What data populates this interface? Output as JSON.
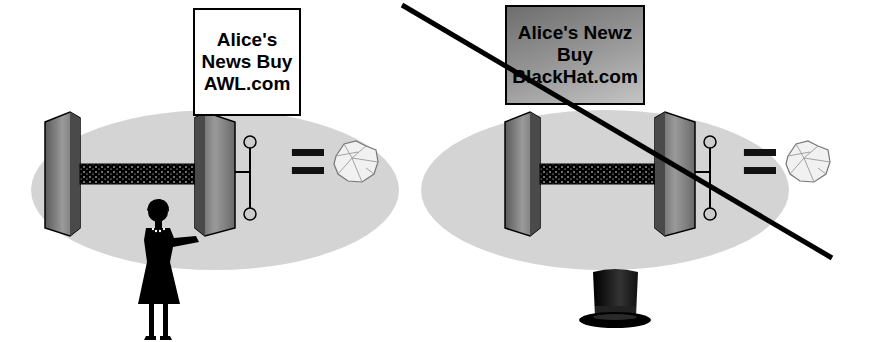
{
  "diagram": {
    "nodes": [
      {
        "text": [
          "Alice's News Buy AWL.com"
        ]
      },
      {
        "text": [
          "Alice's Newz Buy BlackHat.com"
        ]
      }
    ],
    "labels": [
      "=",
      "="
    ]
  }
}
